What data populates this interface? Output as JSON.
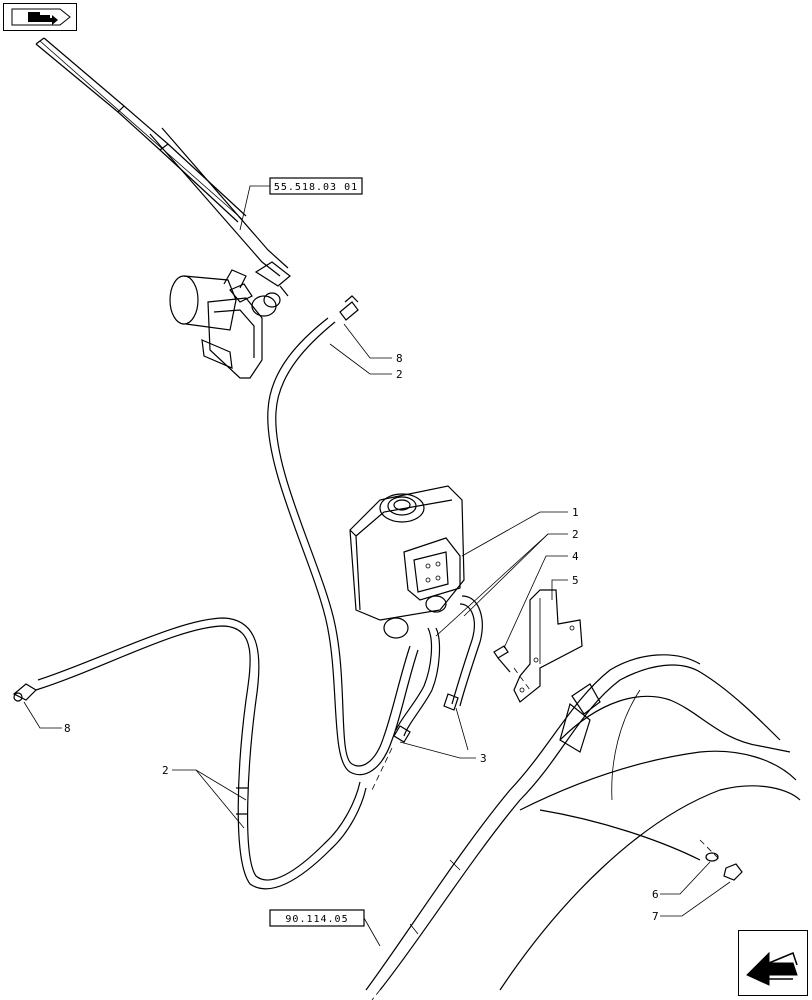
{
  "references": {
    "wiper_motor_ref": "55.518.03 01",
    "fender_ref": "90.114.05"
  },
  "callouts": {
    "c1": "1",
    "c2_upper": "2",
    "c2_right": "2",
    "c2_left": "2",
    "c3": "3",
    "c4": "4",
    "c5": "5",
    "c6": "6",
    "c7": "7",
    "c8_upper": "8",
    "c8_left": "8"
  },
  "icons": {
    "prev_page": "folder-arrow-icon",
    "next_page": "arrow-down-left-icon"
  }
}
